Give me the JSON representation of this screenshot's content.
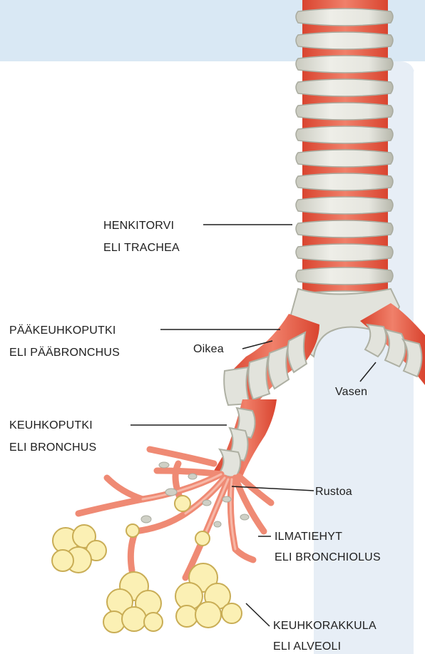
{
  "labels": {
    "trachea": {
      "line1": "HENKITORVI",
      "line2": "ELI TRACHEA"
    },
    "main_bronchus": {
      "line1": "PÄÄKEUHKOPUTKI",
      "line2": "ELI PÄÄBRONCHUS"
    },
    "right": "Oikea",
    "left": "Vasen",
    "bronchus": {
      "line1": "KEUHKOPUTKI",
      "line2": "ELI BRONCHUS"
    },
    "cartilage": "Rustoa",
    "bronchiole": {
      "line1": "ILMATIEHYT",
      "line2": "ELI BRONCHIOLUS"
    },
    "alveoli": {
      "line1": "KEUHKORAKKULA",
      "line2": "ELI ALVEOLI"
    }
  },
  "colors": {
    "header_band": "#d9e8f4",
    "side_panel": "#e7eef6",
    "tissue_red": "#e8553f",
    "tissue_pink": "#f2a08c",
    "cartilage": "#e2e3dc",
    "cartilage_shadow": "#b9bbb0",
    "alveolus": "#fbf0b4",
    "alveolus_edge": "#c9ad55",
    "line": "#1e1e1e"
  }
}
